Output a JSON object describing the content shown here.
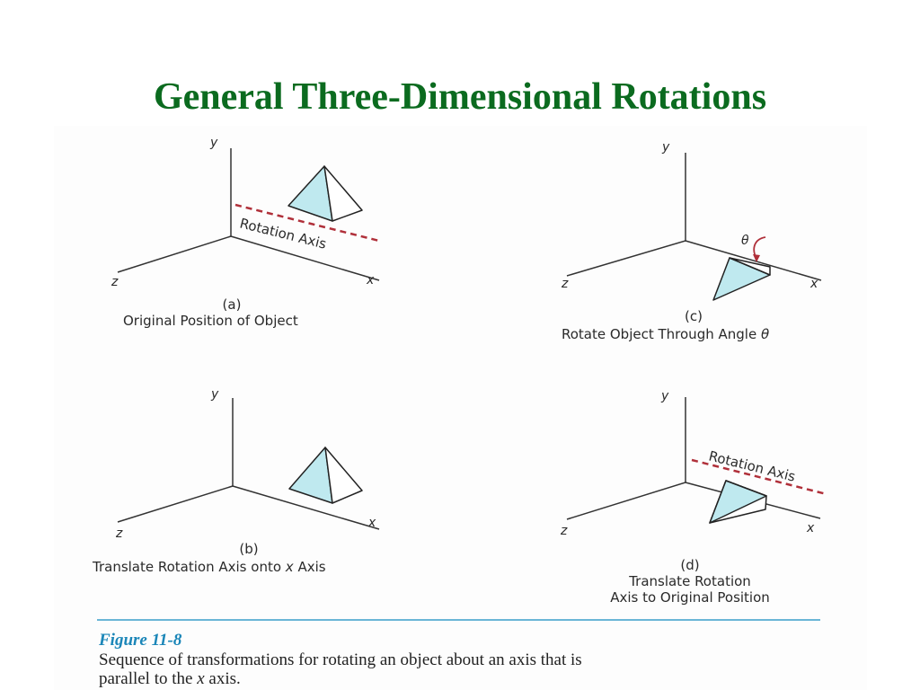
{
  "slide": {
    "title": "General Three-Dimensional Rotations"
  },
  "axes": {
    "x": "x",
    "y": "y",
    "z": "z"
  },
  "panels": {
    "a": {
      "letter": "(a)",
      "caption": "Original Position  of Object",
      "rotation_axis_label": "Rotation Axis"
    },
    "b": {
      "letter": "(b)",
      "caption_before_italic": "Translate Rotation Axis onto ",
      "caption_italic": "x",
      "caption_after_italic": " Axis"
    },
    "c": {
      "letter": "(c)",
      "caption_before_italic": "Rotate Object Through Angle ",
      "caption_italic": "θ",
      "angle_symbol": "θ"
    },
    "d": {
      "letter": "(d)",
      "caption_line1": "Translate Rotation",
      "caption_line2": "Axis to Original Position",
      "rotation_axis_label": "Rotation Axis"
    }
  },
  "figure": {
    "heading": "Figure 11-8",
    "caption_line1": "Sequence of transformations for rotating an object about an axis that is",
    "caption_line2_before_italic": "parallel to the ",
    "caption_line2_italic": "x",
    "caption_line2_after_italic": " axis."
  },
  "colors": {
    "title": "#0b6b1f",
    "pyramid_fill": "#bfe9ef",
    "rotation_axis_dash": "#b0303a",
    "figure_heading": "#1b86b8",
    "rule": "#6ab6d6"
  }
}
